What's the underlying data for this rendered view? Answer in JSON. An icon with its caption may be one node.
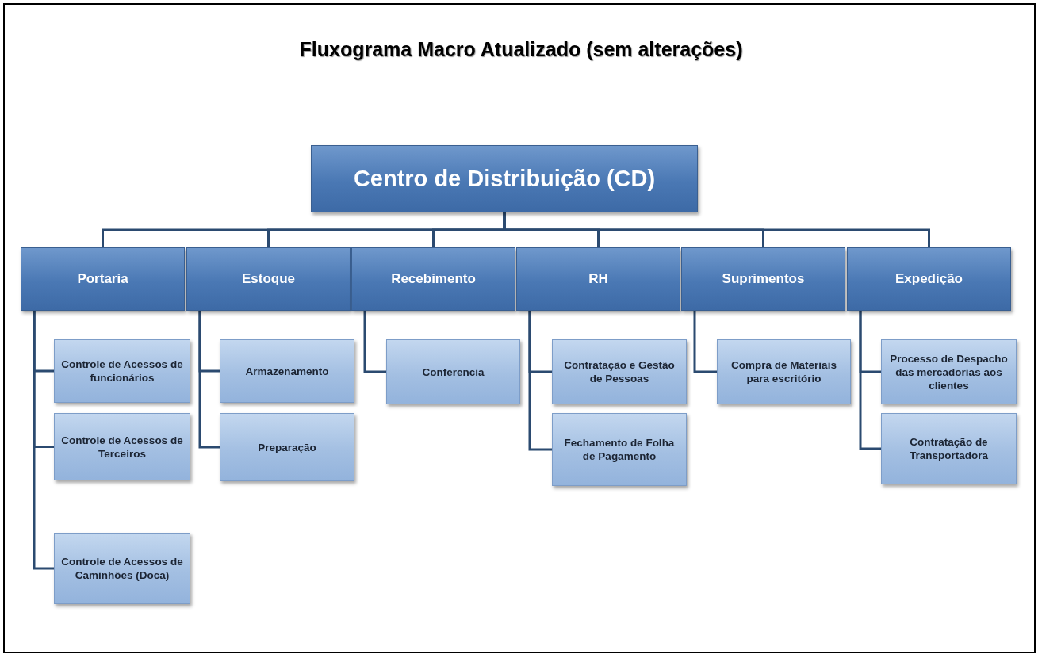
{
  "diagram": {
    "title": "Fluxograma Macro Atualizado (sem alterações)",
    "nodes": [
      {
        "text": [
          "Centro de Distribuição (CD)"
        ]
      },
      {
        "text": [
          "Portaria"
        ]
      },
      {
        "text": [
          "Estoque"
        ]
      },
      {
        "text": [
          "Recebimento"
        ]
      },
      {
        "text": [
          "RH"
        ]
      },
      {
        "text": [
          "Suprimentos"
        ]
      },
      {
        "text": [
          "Expedição"
        ]
      },
      {
        "text": [
          "Controle de Acessos de funcionários"
        ]
      },
      {
        "text": [
          "Controle de Acessos de Terceiros"
        ]
      },
      {
        "text": [
          "Controle de Acessos de Caminhões (Doca)"
        ]
      },
      {
        "text": [
          "Armazenamento"
        ]
      },
      {
        "text": [
          "Preparação"
        ]
      },
      {
        "text": [
          "Conferencia"
        ]
      },
      {
        "text": [
          "Contratação e Gestão de Pessoas"
        ]
      },
      {
        "text": [
          "Fechamento de Folha de Pagamento"
        ]
      },
      {
        "text": [
          "Compra de Materiais para escritório"
        ]
      },
      {
        "text": [
          "Processo de Despacho das mercadorias aos clientes"
        ]
      },
      {
        "text": [
          "Contratação de Transportadora"
        ]
      }
    ],
    "edges": [
      {
        "from": 0,
        "to": 1,
        "arrow": "none"
      },
      {
        "from": 0,
        "to": 2,
        "arrow": "none"
      },
      {
        "from": 0,
        "to": 3,
        "arrow": "none"
      },
      {
        "from": 0,
        "to": 4,
        "arrow": "none"
      },
      {
        "from": 0,
        "to": 5,
        "arrow": "none"
      },
      {
        "from": 0,
        "to": 6,
        "arrow": "none"
      },
      {
        "from": 1,
        "to": 7,
        "arrow": "none"
      },
      {
        "from": 1,
        "to": 8,
        "arrow": "none"
      },
      {
        "from": 1,
        "to": 9,
        "arrow": "none"
      },
      {
        "from": 2,
        "to": 10,
        "arrow": "none"
      },
      {
        "from": 2,
        "to": 11,
        "arrow": "none"
      },
      {
        "from": 3,
        "to": 12,
        "arrow": "none"
      },
      {
        "from": 4,
        "to": 13,
        "arrow": "none"
      },
      {
        "from": 4,
        "to": 14,
        "arrow": "none"
      },
      {
        "from": 5,
        "to": 15,
        "arrow": "none"
      },
      {
        "from": 6,
        "to": 16,
        "arrow": "none"
      },
      {
        "from": 6,
        "to": 17,
        "arrow": "none"
      }
    ]
  }
}
